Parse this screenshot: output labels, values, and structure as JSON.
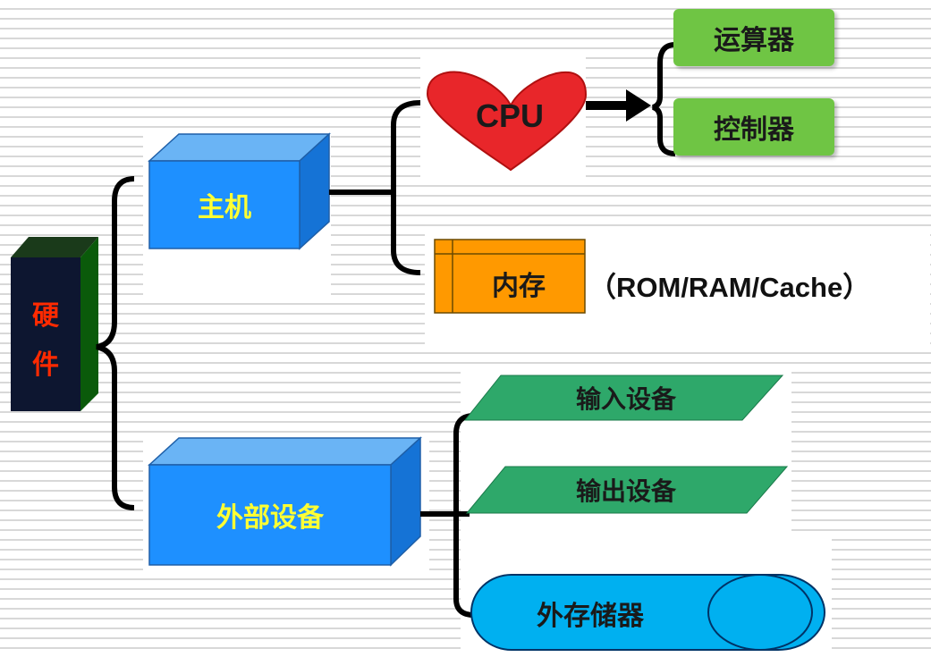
{
  "hardware": {
    "line1": "硬",
    "line2": "件"
  },
  "host": {
    "label": "主机"
  },
  "cpu": {
    "label": "CPU"
  },
  "alu": {
    "label": "运算器"
  },
  "controller": {
    "label": "控制器"
  },
  "memory": {
    "label": "内存",
    "note": "（ROM/RAM/Cache）"
  },
  "peripherals": {
    "label": "外部设备"
  },
  "input": {
    "label": "输入设备"
  },
  "output": {
    "label": "输出设备"
  },
  "storage": {
    "label": "外存储器"
  },
  "colors": {
    "blue_box": "#1e90ff",
    "blue_top": "#6ab4f5",
    "cpu_red": "#e8262a",
    "green": "#6fc544",
    "orange": "#ff9900",
    "parallelogram": "#2ea86a",
    "cylinder": "#00b0f0",
    "yellow_text": "#ffff33",
    "red_text": "#ff2a00"
  }
}
